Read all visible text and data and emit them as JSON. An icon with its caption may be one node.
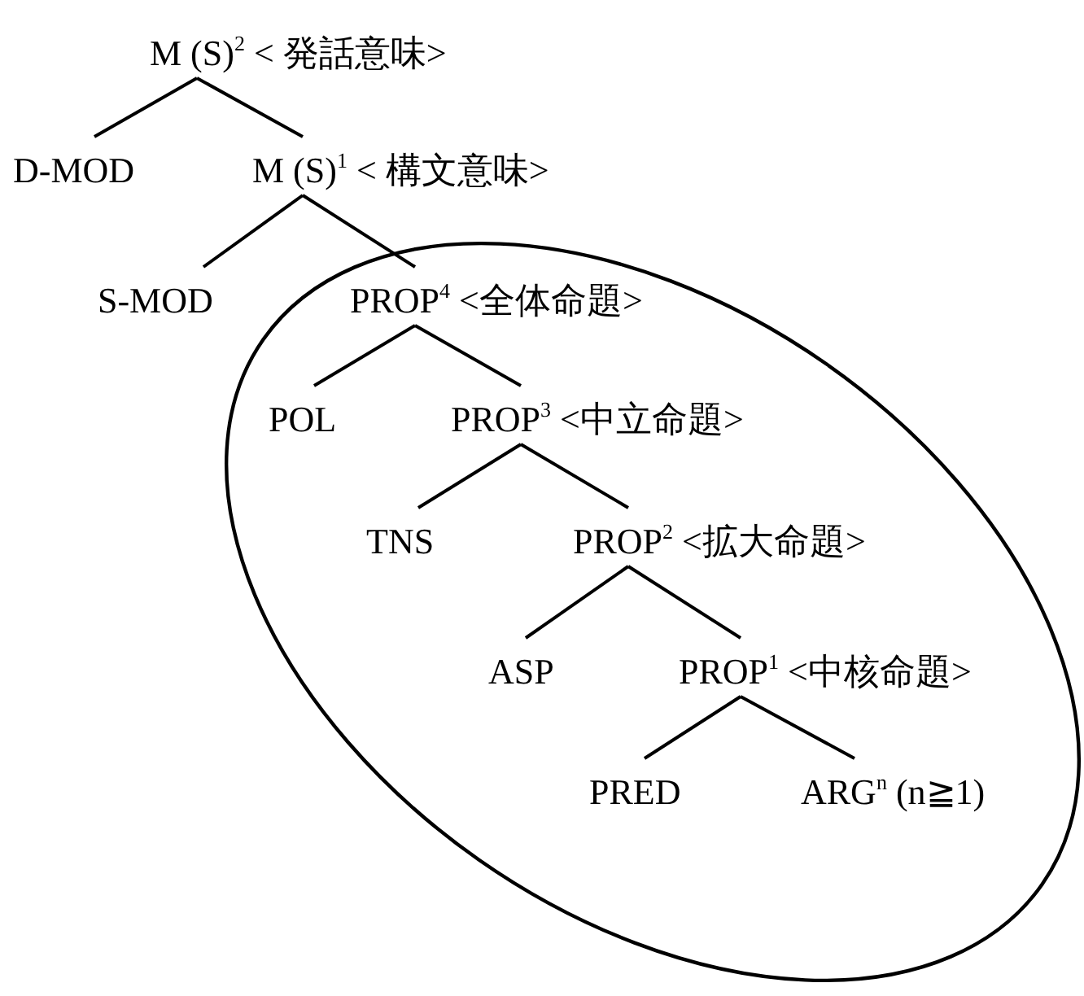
{
  "diagram": {
    "nodes": [
      {
        "text": [
          "M (S)$^{2}$ < 発話意味>"
        ]
      },
      {
        "text": [
          "D-MOD"
        ]
      },
      {
        "text": [
          "M (S)$^{1}$ < 構文意味>"
        ]
      },
      {
        "text": [
          "S-MOD"
        ]
      },
      {
        "text": [],
        "shape": "ellipse"
      },
      {
        "text": [
          "PROP$^{4}$ <全体命題>"
        ],
        "in": 4
      },
      {
        "text": [
          "POL"
        ],
        "in": 4
      },
      {
        "text": [
          "PROP$^{3}$ <中立命題>"
        ],
        "in": 4
      },
      {
        "text": [
          "TNS"
        ],
        "in": 4
      },
      {
        "text": [
          "PROP$^{2}$ <拡大命題>"
        ],
        "in": 4
      },
      {
        "text": [
          "ASP"
        ],
        "in": 4
      },
      {
        "text": [
          "PROP$^{1}$ <中核命題>"
        ],
        "in": 4
      },
      {
        "text": [
          "PRED"
        ],
        "in": 4
      },
      {
        "text": [
          "ARG$^{n}$ (n≧1)"
        ],
        "in": 4
      }
    ],
    "edges": [
      {
        "from": 0,
        "to": 1,
        "arrow": "none"
      },
      {
        "from": 0,
        "to": 2,
        "arrow": "none"
      },
      {
        "from": 2,
        "to": 3,
        "arrow": "none"
      },
      {
        "from": 2,
        "to": 5,
        "arrow": "none"
      },
      {
        "from": 5,
        "to": 6,
        "arrow": "none"
      },
      {
        "from": 5,
        "to": 7,
        "arrow": "none"
      },
      {
        "from": 7,
        "to": 8,
        "arrow": "none"
      },
      {
        "from": 7,
        "to": 9,
        "arrow": "none"
      },
      {
        "from": 9,
        "to": 10,
        "arrow": "none"
      },
      {
        "from": 9,
        "to": 11,
        "arrow": "none"
      },
      {
        "from": 11,
        "to": 12,
        "arrow": "none"
      },
      {
        "from": 11,
        "to": 13,
        "arrow": "none"
      }
    ]
  }
}
